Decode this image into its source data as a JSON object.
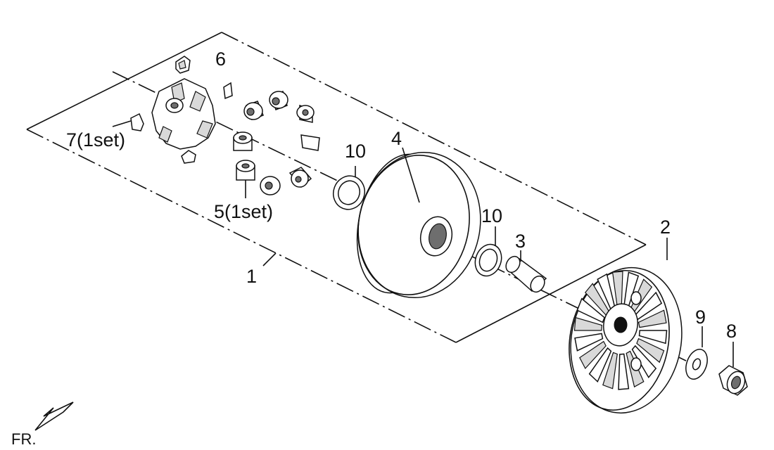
{
  "callouts": {
    "c1": "1",
    "c2": "2",
    "c3": "3",
    "c4": "4",
    "c5": "5(1set)",
    "c6": "6",
    "c7": "7(1set)",
    "c8": "8",
    "c9": "9",
    "c10a": "10",
    "c10b": "10"
  },
  "orientation": {
    "label": "FR."
  }
}
